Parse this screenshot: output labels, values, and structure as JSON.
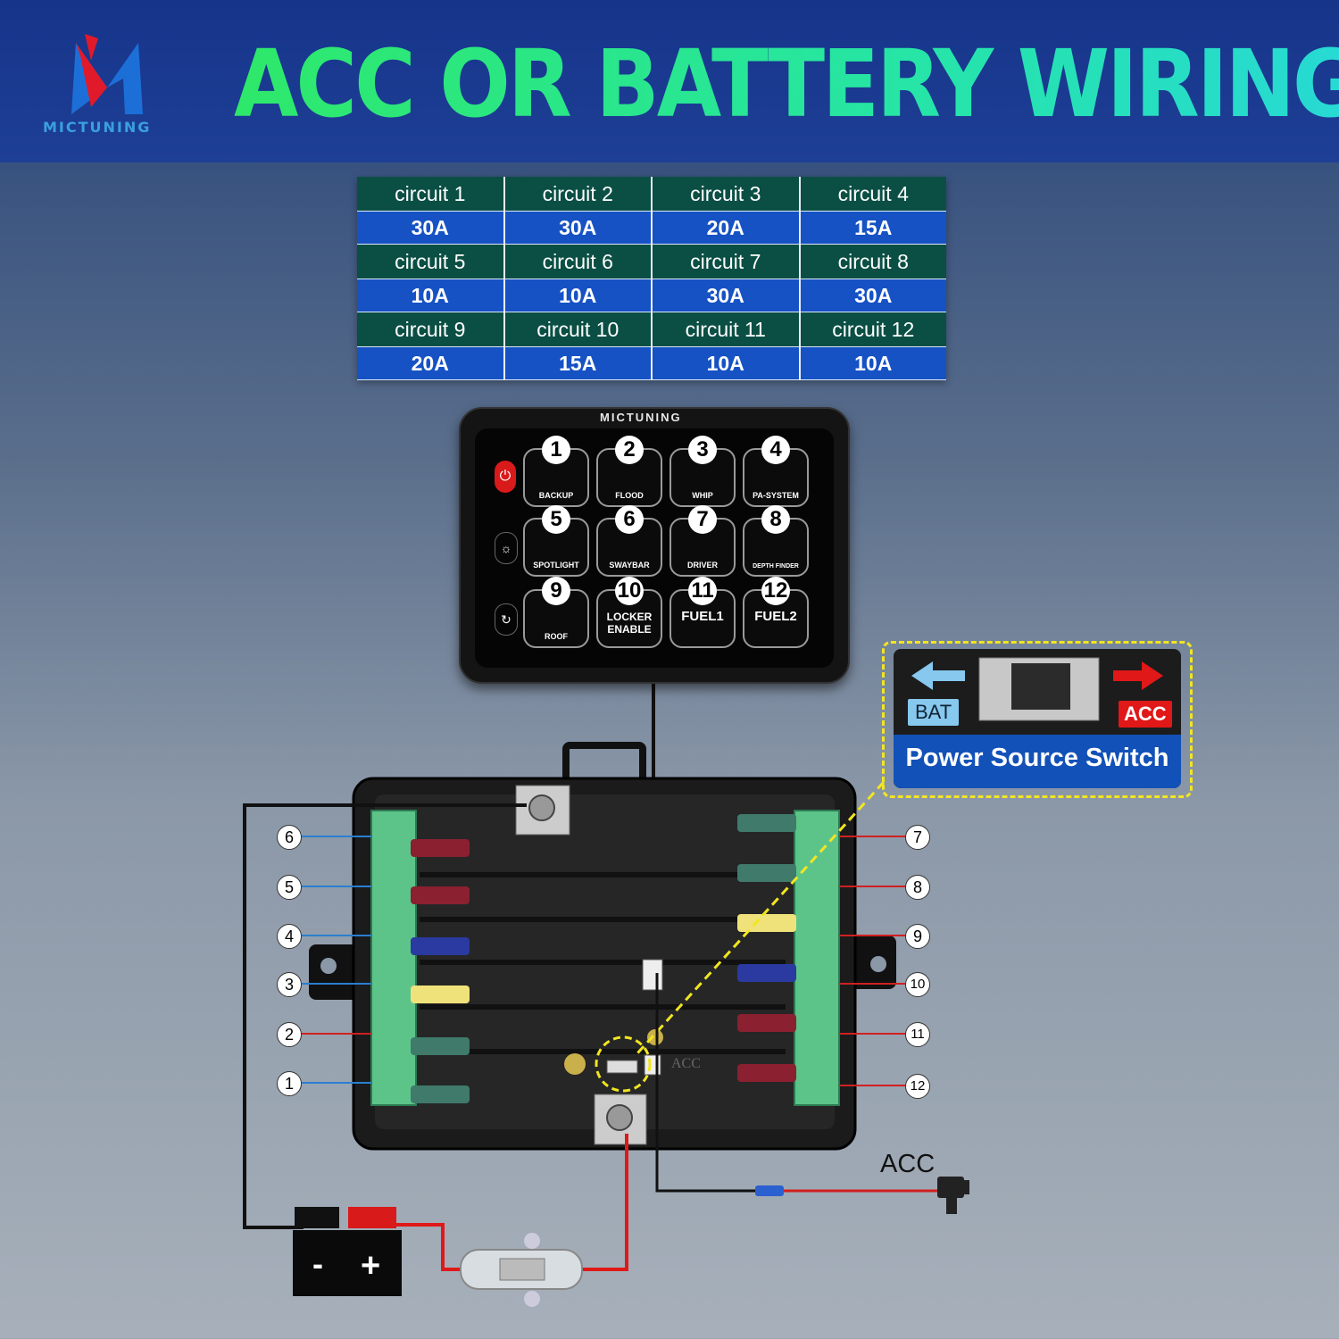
{
  "brand": {
    "logo_text": "MICTUNING",
    "panel_brand": "MICTUNING"
  },
  "title": "ACC OR BATTERY WIRING",
  "circuits_table": [
    [
      {
        "name": "circuit 1",
        "amp": "30A"
      },
      {
        "name": "circuit 2",
        "amp": "30A"
      },
      {
        "name": "circuit 3",
        "amp": "20A"
      },
      {
        "name": "circuit 4",
        "amp": "15A"
      }
    ],
    [
      {
        "name": "circuit 5",
        "amp": "10A"
      },
      {
        "name": "circuit 6",
        "amp": "10A"
      },
      {
        "name": "circuit 7",
        "amp": "30A"
      },
      {
        "name": "circuit 8",
        "amp": "30A"
      }
    ],
    [
      {
        "name": "circuit 9",
        "amp": "20A"
      },
      {
        "name": "circuit 10",
        "amp": "15A"
      },
      {
        "name": "circuit 11",
        "amp": "10A"
      },
      {
        "name": "circuit 12",
        "amp": "10A"
      }
    ]
  ],
  "control_panel": {
    "keys": [
      {
        "num": "1",
        "label": "BACKUP"
      },
      {
        "num": "2",
        "label": "FLOOD"
      },
      {
        "num": "3",
        "label": "WHIP"
      },
      {
        "num": "4",
        "label": "PA-SYSTEM"
      },
      {
        "num": "5",
        "label": "SPOTLIGHT"
      },
      {
        "num": "6",
        "label": "SWAYBAR"
      },
      {
        "num": "7",
        "label": "DRIVER"
      },
      {
        "num": "8",
        "label": "DEPTH FINDER"
      },
      {
        "num": "9",
        "label": "ROOF"
      },
      {
        "num": "10",
        "label": "LOCKER ENABLE"
      },
      {
        "num": "11",
        "label": "FUEL1"
      },
      {
        "num": "12",
        "label": "FUEL2"
      }
    ],
    "side_icons": [
      "power-icon",
      "brightness-icon",
      "cycle-icon"
    ]
  },
  "callout": {
    "bat": "BAT",
    "acc": "ACC",
    "label": "Power Source Switch"
  },
  "left_terminals": [
    "6",
    "5",
    "4",
    "3",
    "2",
    "1"
  ],
  "right_terminals": [
    "7",
    "8",
    "9",
    "10",
    "11",
    "12"
  ],
  "box_acc_label": "ACC",
  "acc_wire_label": "ACC",
  "battery": {
    "minus": "-",
    "plus": "+"
  },
  "colors": {
    "title_green": "#2ee86a",
    "table_dark": "#0b4f44",
    "table_blue": "#1652c4",
    "callout_dash": "#f2e521",
    "wire_red": "#e01818"
  }
}
